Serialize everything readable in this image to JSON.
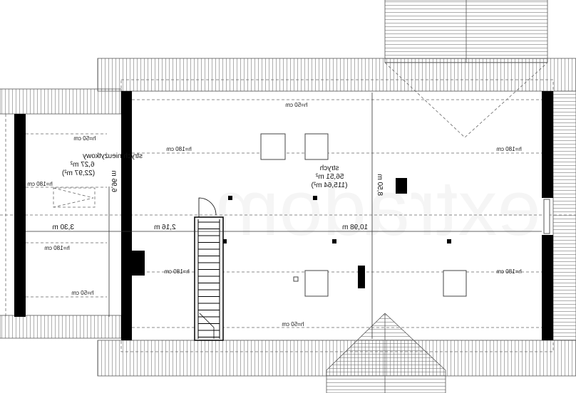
{
  "rooms": {
    "attic_unused": {
      "name": "strych nieużytkowy",
      "area": "6,27 m²",
      "area_total": "(22,97 m²)"
    },
    "attic": {
      "name": "strych",
      "area": "56,51 m²",
      "area_total": "(115,64 m²)"
    }
  },
  "heights": {
    "h50": "h=50 cm",
    "h180": "h=180 cm"
  },
  "dimensions": {
    "d850": "8,50 m",
    "d696": "6,96 m",
    "d330": "3,30 m",
    "d216": "2,16 m",
    "d1098": "10,98 m"
  },
  "watermark": "extradom",
  "colors": {
    "wall": "#000000",
    "line": "#555555"
  }
}
